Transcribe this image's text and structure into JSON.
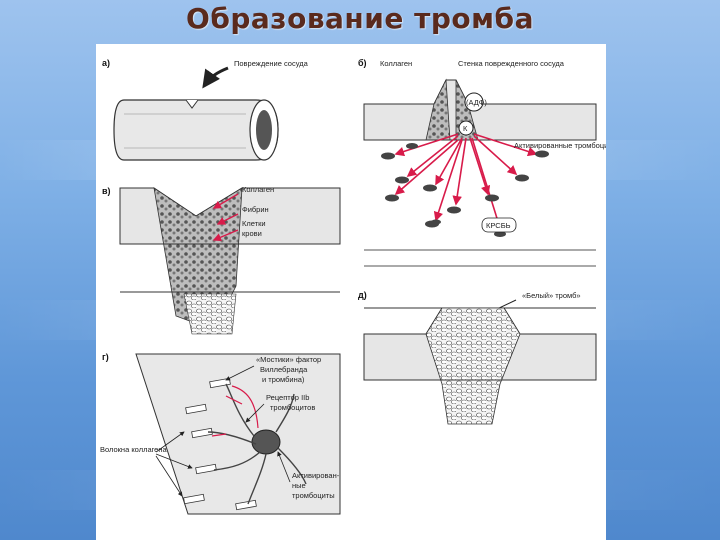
{
  "slide": {
    "title": "Образование тромба"
  },
  "figure": {
    "panels": [
      {
        "letter": "а)",
        "labels": [
          "Повреждение сосуда"
        ]
      },
      {
        "letter": "б)",
        "labels": [
          "Коллаген",
          "Стенка поврежденного сосуда",
          "(АДФ)",
          "К",
          "Активированные тромбоциты",
          "КРСБЬ"
        ]
      },
      {
        "letter": "в)",
        "labels": [
          "Коллаген",
          "Фибрин",
          "Клетки",
          "крови"
        ]
      },
      {
        "letter": "г)",
        "labels": [
          "«Мостики» фактор",
          "Виллебранда",
          "и тромбина)",
          "Рецептор IIb",
          "тромбоцитов",
          "Волокна коллагена",
          "Активирован-",
          "ные",
          "тромбоциты"
        ]
      },
      {
        "letter": "д)",
        "labels": [
          "«Белый» тромб»"
        ]
      }
    ]
  }
}
